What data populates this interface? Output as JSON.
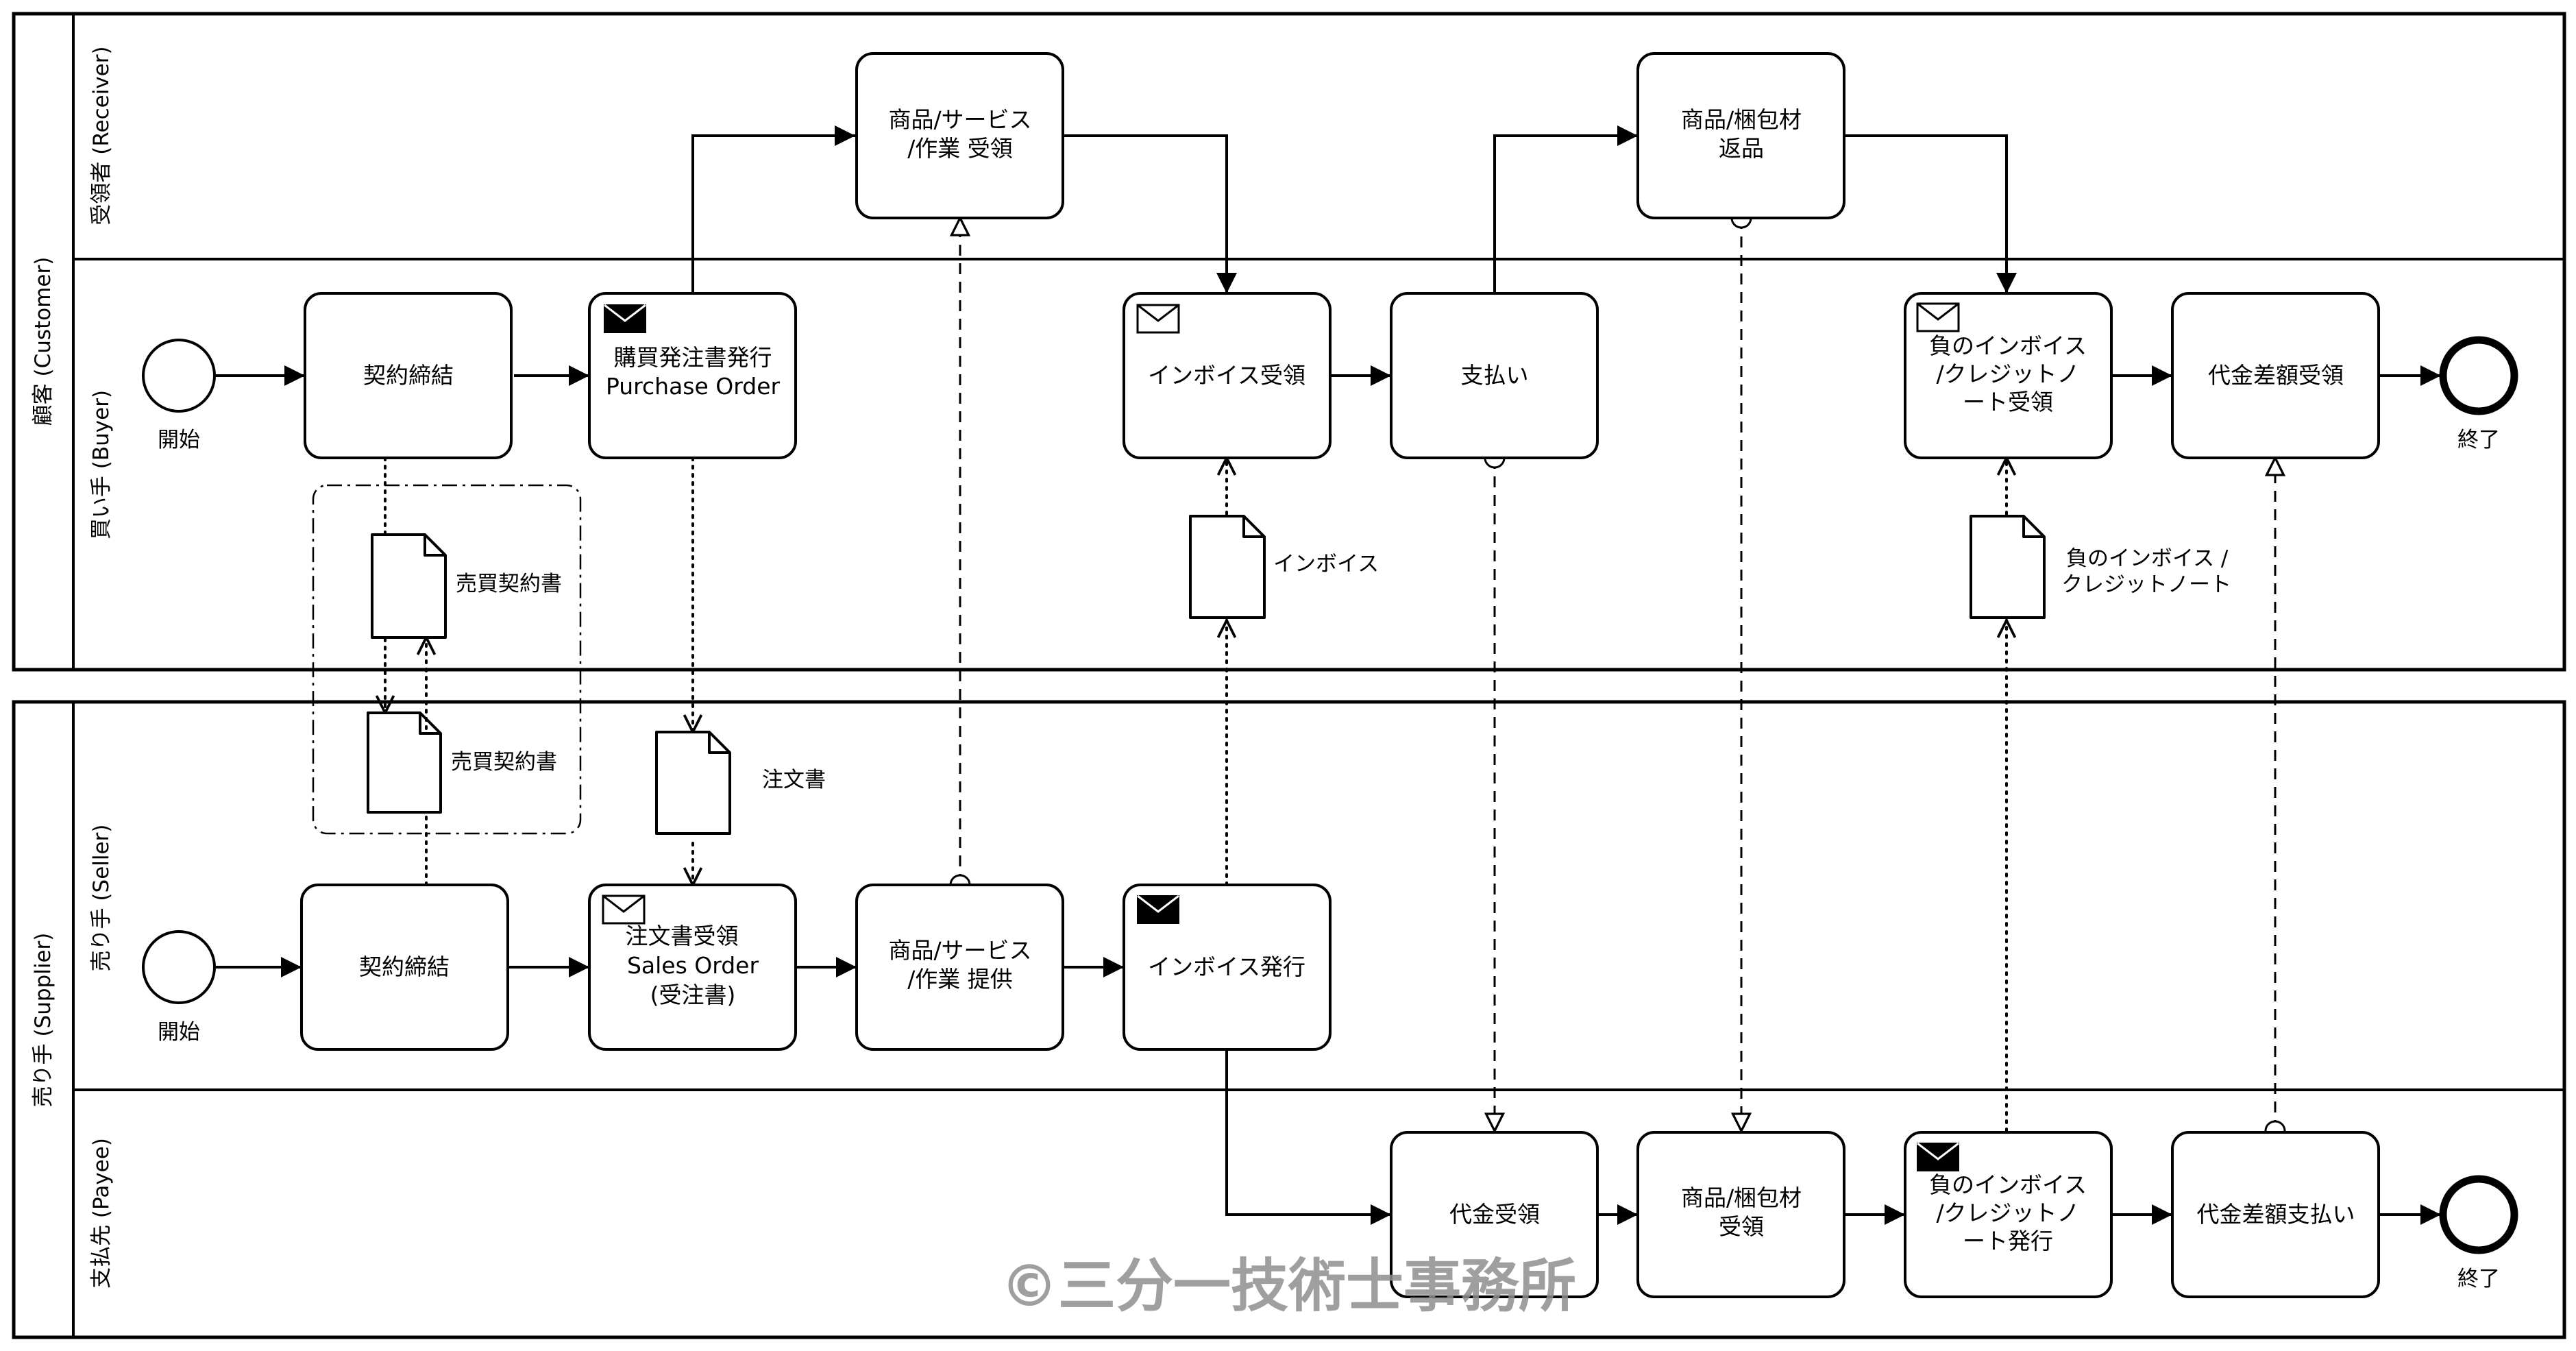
{
  "pools": {
    "customer": {
      "label": "顧客 (Customer)",
      "receiver_lane": "受領者 (Receiver)",
      "buyer_lane": "買い手 (Buyer)"
    },
    "supplier": {
      "label": "売り手 (Supplier)",
      "seller_lane": "売り手 (Seller)",
      "payee_lane": "支払先 (Payee)"
    }
  },
  "events": {
    "buyer_start": "開始",
    "buyer_end": "終了",
    "seller_start": "開始",
    "payee_end": "終了"
  },
  "tasks": {
    "receiver_goods_receive": [
      "商品/サービス",
      "/作業 受領"
    ],
    "receiver_return": [
      "商品/梱包材",
      "返品"
    ],
    "buyer_contract": [
      "契約締結"
    ],
    "buyer_po": [
      "購買発注書発行",
      "Purchase Order"
    ],
    "buyer_invoice_receive": [
      "インボイス受領"
    ],
    "buyer_payment": [
      "支払い"
    ],
    "buyer_credit_receive": [
      "負のインボイス",
      "/クレジットノ",
      "ート受領"
    ],
    "buyer_diff_receive": [
      "代金差額受領"
    ],
    "seller_contract": [
      "契約締結"
    ],
    "seller_order_receive": [
      "注文書受領",
      "Sales Order",
      "(受注書)"
    ],
    "seller_goods_provide": [
      "商品/サービス",
      "/作業 提供"
    ],
    "seller_invoice_issue": [
      "インボイス発行"
    ],
    "payee_payment_receive": [
      "代金受領"
    ],
    "payee_return_receive": [
      "商品/梱包材",
      "受領"
    ],
    "payee_credit_issue": [
      "負のインボイス",
      "/クレジットノ",
      "ート発行"
    ],
    "payee_diff_pay": [
      "代金差額支払い"
    ]
  },
  "documents": {
    "contract_buyer": "売買契約書",
    "contract_seller": "売買契約書",
    "order": "注文書",
    "invoice": "インボイス",
    "credit_note": [
      "負のインボイス /",
      "クレジットノート"
    ]
  },
  "watermark": "©三分一技術士事務所"
}
